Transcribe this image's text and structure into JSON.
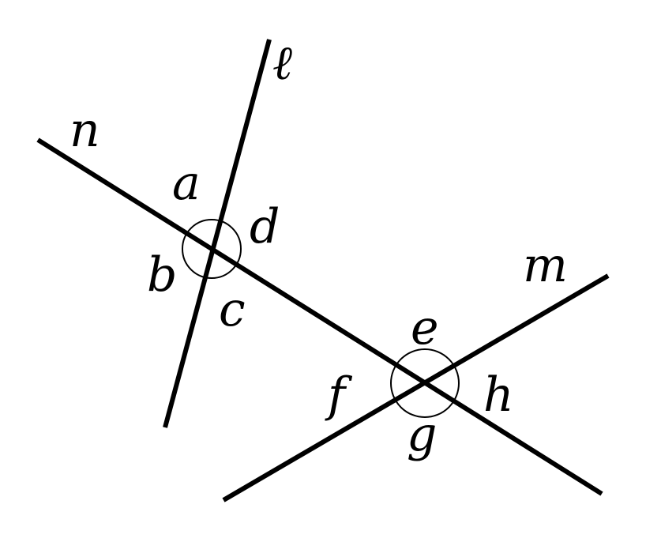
{
  "lines": {
    "l": "ℓ",
    "n": "n",
    "m": "m"
  },
  "angles": {
    "a": "a",
    "b": "b",
    "c": "c",
    "d": "d",
    "e": "e",
    "f": "f",
    "g": "g",
    "h": "h"
  }
}
